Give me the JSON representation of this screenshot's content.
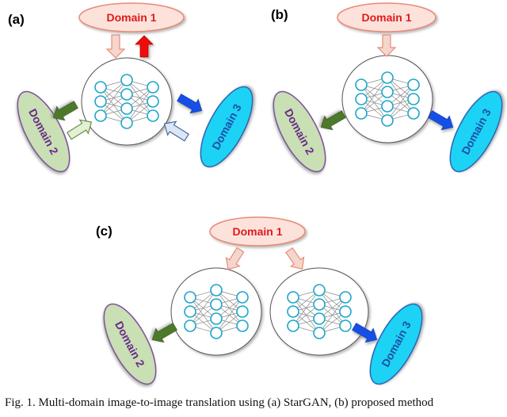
{
  "panels": [
    {
      "label": "(a)",
      "domains": [
        "Domain 1",
        "Domain 2",
        "Domain 3"
      ]
    },
    {
      "label": "(b)",
      "domains": [
        "Domain 1",
        "Domain 2",
        "Domain 3"
      ]
    },
    {
      "label": "(c)",
      "domains": [
        "Domain 1",
        "Domain 2",
        "Domain 3"
      ]
    }
  ],
  "colors": {
    "domain1_fill": "#fde2dc",
    "domain1_stroke": "#e98b77",
    "domain1_text": "#e01b1b",
    "domain2_fill": "#c9dfb4",
    "domain2_stroke": "#7a4a9a",
    "domain2_text": "#6a2a8a",
    "domain3_fill": "#1fd3f5",
    "domain3_stroke": "#2a5fb0",
    "domain3_text": "#1e4fa8",
    "node_stroke": "#1aa6c8",
    "arrow_red": "#ee1111",
    "arrow_green": "#4e7a2a",
    "arrow_blue": "#1650e8",
    "hollow_red": "#f4d6cc",
    "hollow_green": "#e2f0d4",
    "hollow_blue": "#dbe6f6"
  },
  "caption": "Fig. 1.   Multi-domain image-to-image translation using (a) StarGAN, (b) proposed method"
}
